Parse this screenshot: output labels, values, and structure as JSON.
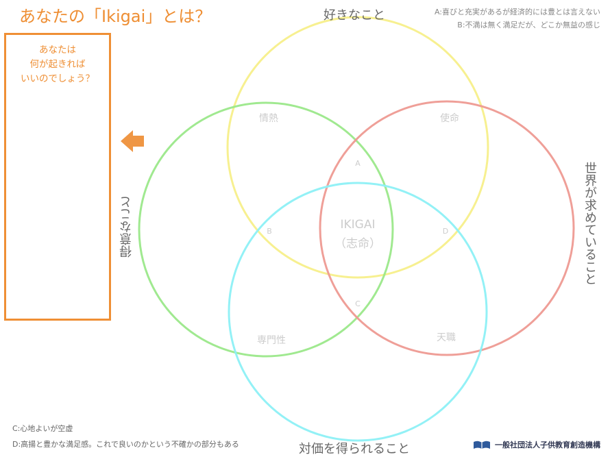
{
  "title": "あなたの「Ikigai」とは？",
  "notes": {
    "a": "A:喜びと充実があるが経済的には豊とは言えない",
    "b": "B:不満は無く満足だが、どこか無益の感じ"
  },
  "answer_box": {
    "prompt": "あなたは\n何が起きれば\nいいのでしょう？"
  },
  "circles": {
    "like": "好きなこと",
    "good_at": "得意なこと",
    "world_needs": "世界が求めていること",
    "paid_for": "対価を得られること"
  },
  "regions": {
    "passion": "情熱",
    "mission": "使命",
    "profession": "専門性",
    "vocation": "天職",
    "center_line1": "IKIGAI",
    "center_line2": "（志命）",
    "a": "A",
    "b": "B",
    "c": "C",
    "d": "D"
  },
  "footer": {
    "c": "C:心地よいが空虚",
    "d": "D:高揚と豊かな満足感。これで良いのかという不確かの部分もある"
  },
  "logo_text": "一般社団法人子供教育創造機構",
  "colors": {
    "accent": "#ee8e33",
    "circle_like": "#f7ef8a",
    "circle_good_at": "#9be88a",
    "circle_world_needs": "#ee9a92",
    "circle_paid_for": "#8df0f5"
  }
}
